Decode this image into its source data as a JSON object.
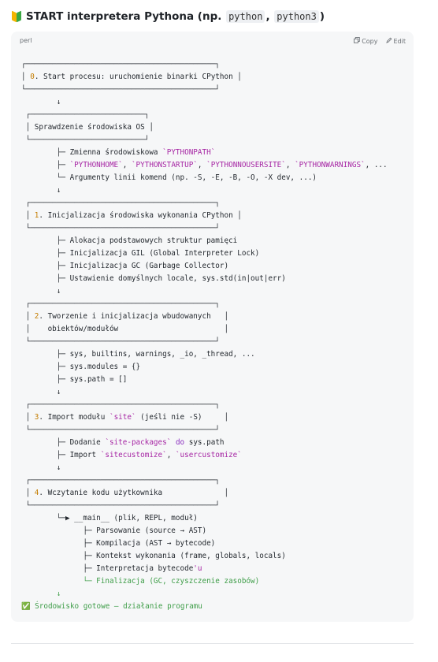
{
  "heading": {
    "prefix": "START interpretera Pythona (np. ",
    "code1": "python",
    "sep": ",",
    "code2": "python3",
    "suffix": ")"
  },
  "codeblock": {
    "language": "perl",
    "copy_label": "Copy",
    "edit_label": "Edit",
    "lines": [
      "┌───────────────────────────────────────────┐",
      "│ 0. Start procesu: uruchomienie binarki CPython │",
      "└───────────────────────────────────────────┘",
      "        ↓",
      " ┌──────────────────────────┐",
      " │ Sprawdzenie środowiska OS │",
      " └──────────────────────────┘",
      "        ├─ Zmienna środowiskowa `PYTHONPATH`",
      "        ├─ `PYTHONHOME`, `PYTHONSTARTUP`, `PYTHONNOUSERSITE`, `PYTHONWARNINGS`, ...",
      "        └─ Argumenty linii komend (np. -S, -E, -B, -O, -X dev, ...)",
      "        ↓",
      " ┌──────────────────────────────────────────┐",
      " │ 1. Inicjalizacja środowiska wykonania CPython │",
      " └──────────────────────────────────────────┘",
      "        ├─ Alokacja podstawowych struktur pamięci",
      "        ├─ Inicjalizacja GIL (Global Interpreter Lock)",
      "        ├─ Inicjalizacja GC (Garbage Collector)",
      "        ├─ Ustawienie domyślnych locale, sys.std(in|out|err)",
      "        ↓",
      " ┌──────────────────────────────────────────┐",
      " │ 2. Tworzenie i inicjalizacja wbudowanych   │",
      " │    obiektów/modułów                        │",
      " └──────────────────────────────────────────┘",
      "        ├─ sys, builtins, warnings, _io, _thread, ...",
      "        ├─ sys.modules = {}",
      "        ├─ sys.path = []",
      "        ↓",
      " ┌──────────────────────────────────────────┐",
      " │ 3. Import modułu `site` (jeśli nie -S)     │",
      " └──────────────────────────────────────────┘",
      "        ├─ Dodanie `site-packages` do sys.path",
      "        ├─ Import `sitecustomize`, `usercustomize`",
      "        ↓",
      " ┌──────────────────────────────────────────┐",
      " │ 4. Wczytanie kodu użytkownika              │",
      " └──────────────────────────────────────────┘",
      "        └─▶ __main__ (plik, REPL, moduł)",
      "              ├─ Parsowanie (source → AST)",
      "              ├─ Kompilacja (AST → bytecode)",
      "              ├─ Kontekst wykonania (frame, globals, locals)",
      "              ├─ Interpretacja bytecode'u",
      "              └─ Finalizacja (GC, czyszczenie zasobów)",
      "        ↓",
      "✅ Środowisko gotowe — działanie programu"
    ]
  }
}
